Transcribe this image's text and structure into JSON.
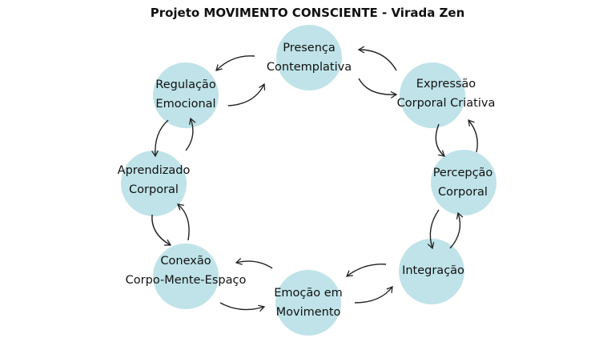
{
  "title": "Projeto MOVIMENTO CONSCIENTE - Virada Zen",
  "colors": {
    "node": "#bfe3e8",
    "arrow": "#222222"
  },
  "nodes": [
    {
      "line1": "Presença",
      "line2": "Contemplativa"
    },
    {
      "line1": "Expressão",
      "line2": "Corporal Criativa"
    },
    {
      "line1": "Percepção",
      "line2": "Corporal"
    },
    {
      "line1": "Integração",
      "line2": ""
    },
    {
      "line1": "Emoção em",
      "line2": "Movimento"
    },
    {
      "line1": "Conexão",
      "line2": "Corpo-Mente-Espaço"
    },
    {
      "line1": "Aprendizado",
      "line2": "Corporal"
    },
    {
      "line1": "Regulação",
      "line2": "Emocional"
    }
  ]
}
